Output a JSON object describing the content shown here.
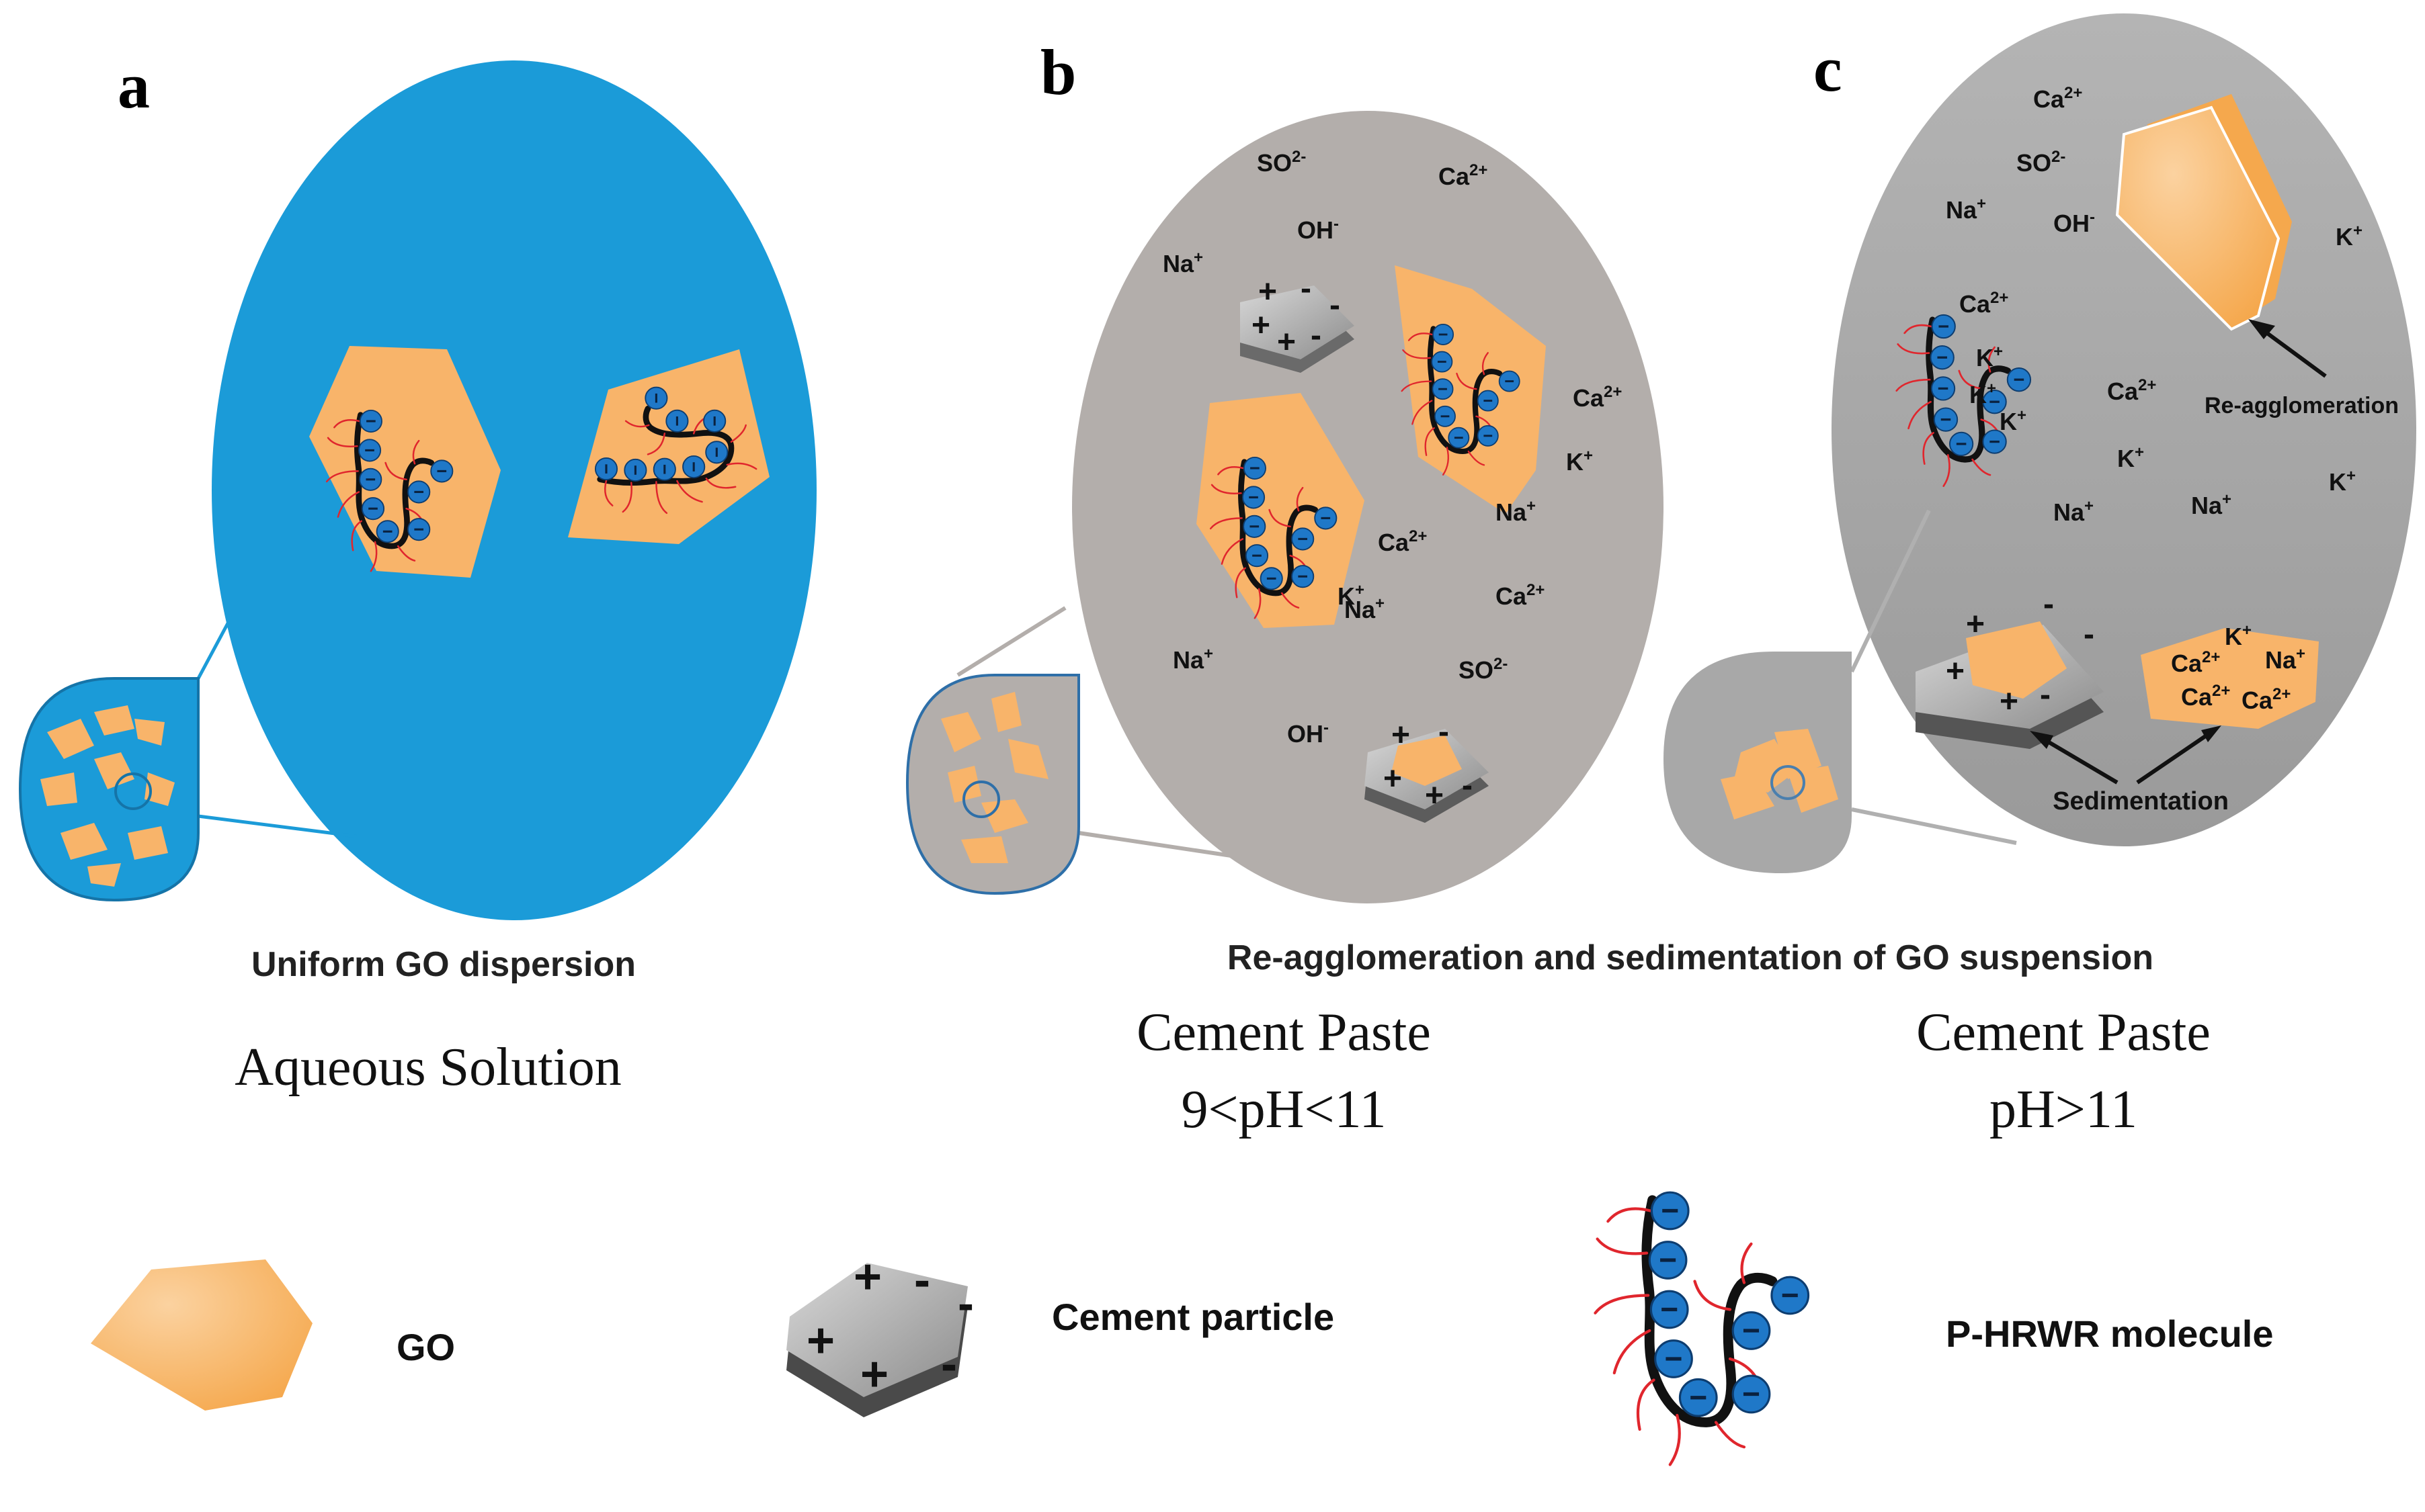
{
  "panels": {
    "a": {
      "letter": "a",
      "caption": "Uniform GO dispersion",
      "medium": "Aqueous Solution"
    },
    "b": {
      "letter": "b",
      "medium": "Cement Paste",
      "ph": "9<pH<11",
      "ions": [
        {
          "base": "SO",
          "sup": "2-"
        },
        {
          "base": "Ca",
          "sup": "2+"
        },
        {
          "base": "OH",
          "sup": "-"
        },
        {
          "base": "Na",
          "sup": "+"
        },
        {
          "base": "Ca",
          "sup": "2+"
        },
        {
          "base": "K",
          "sup": "+"
        },
        {
          "base": "Na",
          "sup": "+"
        },
        {
          "base": "Ca",
          "sup": "2+"
        },
        {
          "base": "K",
          "sup": "+"
        },
        {
          "base": "Na",
          "sup": "+"
        },
        {
          "base": "Ca",
          "sup": "2+"
        },
        {
          "base": "Na",
          "sup": "+"
        },
        {
          "base": "SO",
          "sup": "2-"
        },
        {
          "base": "OH",
          "sup": "-"
        }
      ]
    },
    "c": {
      "letter": "c",
      "medium": "Cement Paste",
      "ph": "pH>11",
      "ions": [
        {
          "base": "Ca",
          "sup": "2+"
        },
        {
          "base": "SO",
          "sup": "2-"
        },
        {
          "base": "Na",
          "sup": "+"
        },
        {
          "base": "OH",
          "sup": "-"
        },
        {
          "base": "K",
          "sup": "+"
        },
        {
          "base": "Ca",
          "sup": "2+"
        },
        {
          "base": "K",
          "sup": "+"
        },
        {
          "base": "K",
          "sup": "+"
        },
        {
          "base": "K",
          "sup": "+"
        },
        {
          "base": "Ca",
          "sup": "2+"
        },
        {
          "base": "K",
          "sup": "+"
        },
        {
          "base": "Na",
          "sup": "+"
        },
        {
          "base": "Na",
          "sup": "+"
        },
        {
          "base": "K",
          "sup": "+"
        },
        {
          "base": "K",
          "sup": "+"
        },
        {
          "base": "Ca",
          "sup": "2+"
        },
        {
          "base": "Na",
          "sup": "+"
        },
        {
          "base": "Ca",
          "sup": "2+"
        },
        {
          "base": "Ca",
          "sup": "2+"
        }
      ],
      "reagglomeration_label": "Re-agglomeration",
      "sedimentation_label": "Sedimentation"
    }
  },
  "caption_bc": "Re-agglomeration and sedimentation of GO suspension",
  "charges": {
    "plus": "+",
    "minus": "-"
  },
  "legend": {
    "go": "GO",
    "cement": "Cement particle",
    "hrwr": "P-HRWR molecule"
  },
  "colors": {
    "water": "#1b9bd8",
    "go": "#f8b46a",
    "paste_b": "#b3aeab",
    "paste_c": "#a8a8a8",
    "bead": "#1f78c8",
    "side_chain": "#e0262d",
    "backbone": "#111111"
  }
}
